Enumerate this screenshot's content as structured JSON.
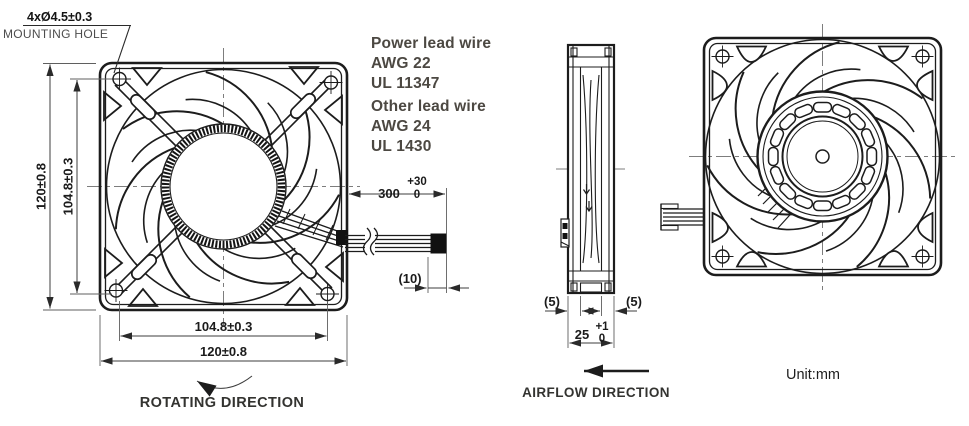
{
  "title": "axial-fan-dimension-drawing",
  "unit_label": "Unit:mm",
  "colors": {
    "line": "#1c1c1c",
    "dim_line": "#3c3c3c",
    "centerline": "#7d7d7d",
    "note_text": "#4c4842",
    "background": "#ffffff"
  },
  "callout": {
    "hole_spec": "4xØ4.5±0.3",
    "hole_label": "MOUNTING HOLE"
  },
  "notes": {
    "power": [
      "Power lead wire",
      "AWG 22",
      "UL 11347"
    ],
    "other": [
      "Other lead wire",
      "AWG 24",
      "UL 1430"
    ]
  },
  "front_view": {
    "dim_height": "120±0.8",
    "dim_hole_height": "104.8±0.3",
    "dim_hole_width": "104.8±0.3",
    "dim_width": "120±0.8",
    "rotating_label": "ROTATING DIRECTION"
  },
  "lead": {
    "tol_plus": "+30",
    "length": "300",
    "tol_zero": "0",
    "tip": "(10)"
  },
  "side_view": {
    "flange_left": "(5)",
    "flange_right": "(5)",
    "tol_plus": "+1",
    "depth": "25",
    "tol_zero": "0",
    "airflow_label": "AIRFLOW DIRECTION"
  }
}
